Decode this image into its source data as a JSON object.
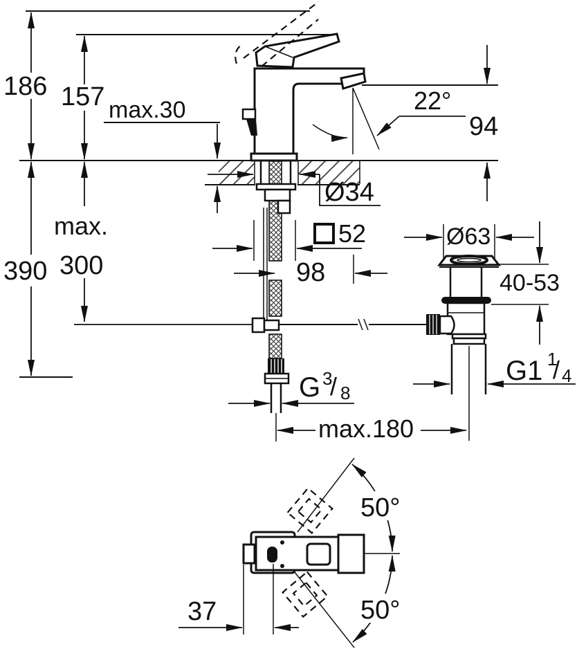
{
  "meta": {
    "drawing_type": "faucet installation dimension drawing",
    "views": [
      "side-elevation-with-mounting",
      "plan-view-handle-swing"
    ]
  },
  "colors": {
    "line": "#111111",
    "background": "#ffffff"
  },
  "side_view": {
    "labels": {
      "overall_height": "186",
      "spout_tip_height": "157",
      "deck_thickness": "max.30",
      "stream_angle": "22°",
      "outlet_height": "94",
      "mounting_hole_diameter": "Ø34",
      "body_square": {
        "symbol": "□",
        "value": "52"
      },
      "spout_reach": "98",
      "hose_depth": {
        "prefix": "max.",
        "value": "300"
      },
      "total_depth": "390",
      "waste_flange_diameter": "Ø63",
      "basin_clamp_range": "40-53",
      "waste_thread": {
        "base": "G1",
        "sup": "1",
        "slash": "/",
        "sub": "4"
      },
      "supply_thread": {
        "base": "G",
        "sup": "3",
        "slash": "/",
        "sub": "8"
      },
      "rod_span": "max.180"
    }
  },
  "top_view": {
    "labels": {
      "handle_swing_upper": "50°",
      "handle_swing_lower": "50°",
      "spout_axis_offset": "37"
    }
  }
}
